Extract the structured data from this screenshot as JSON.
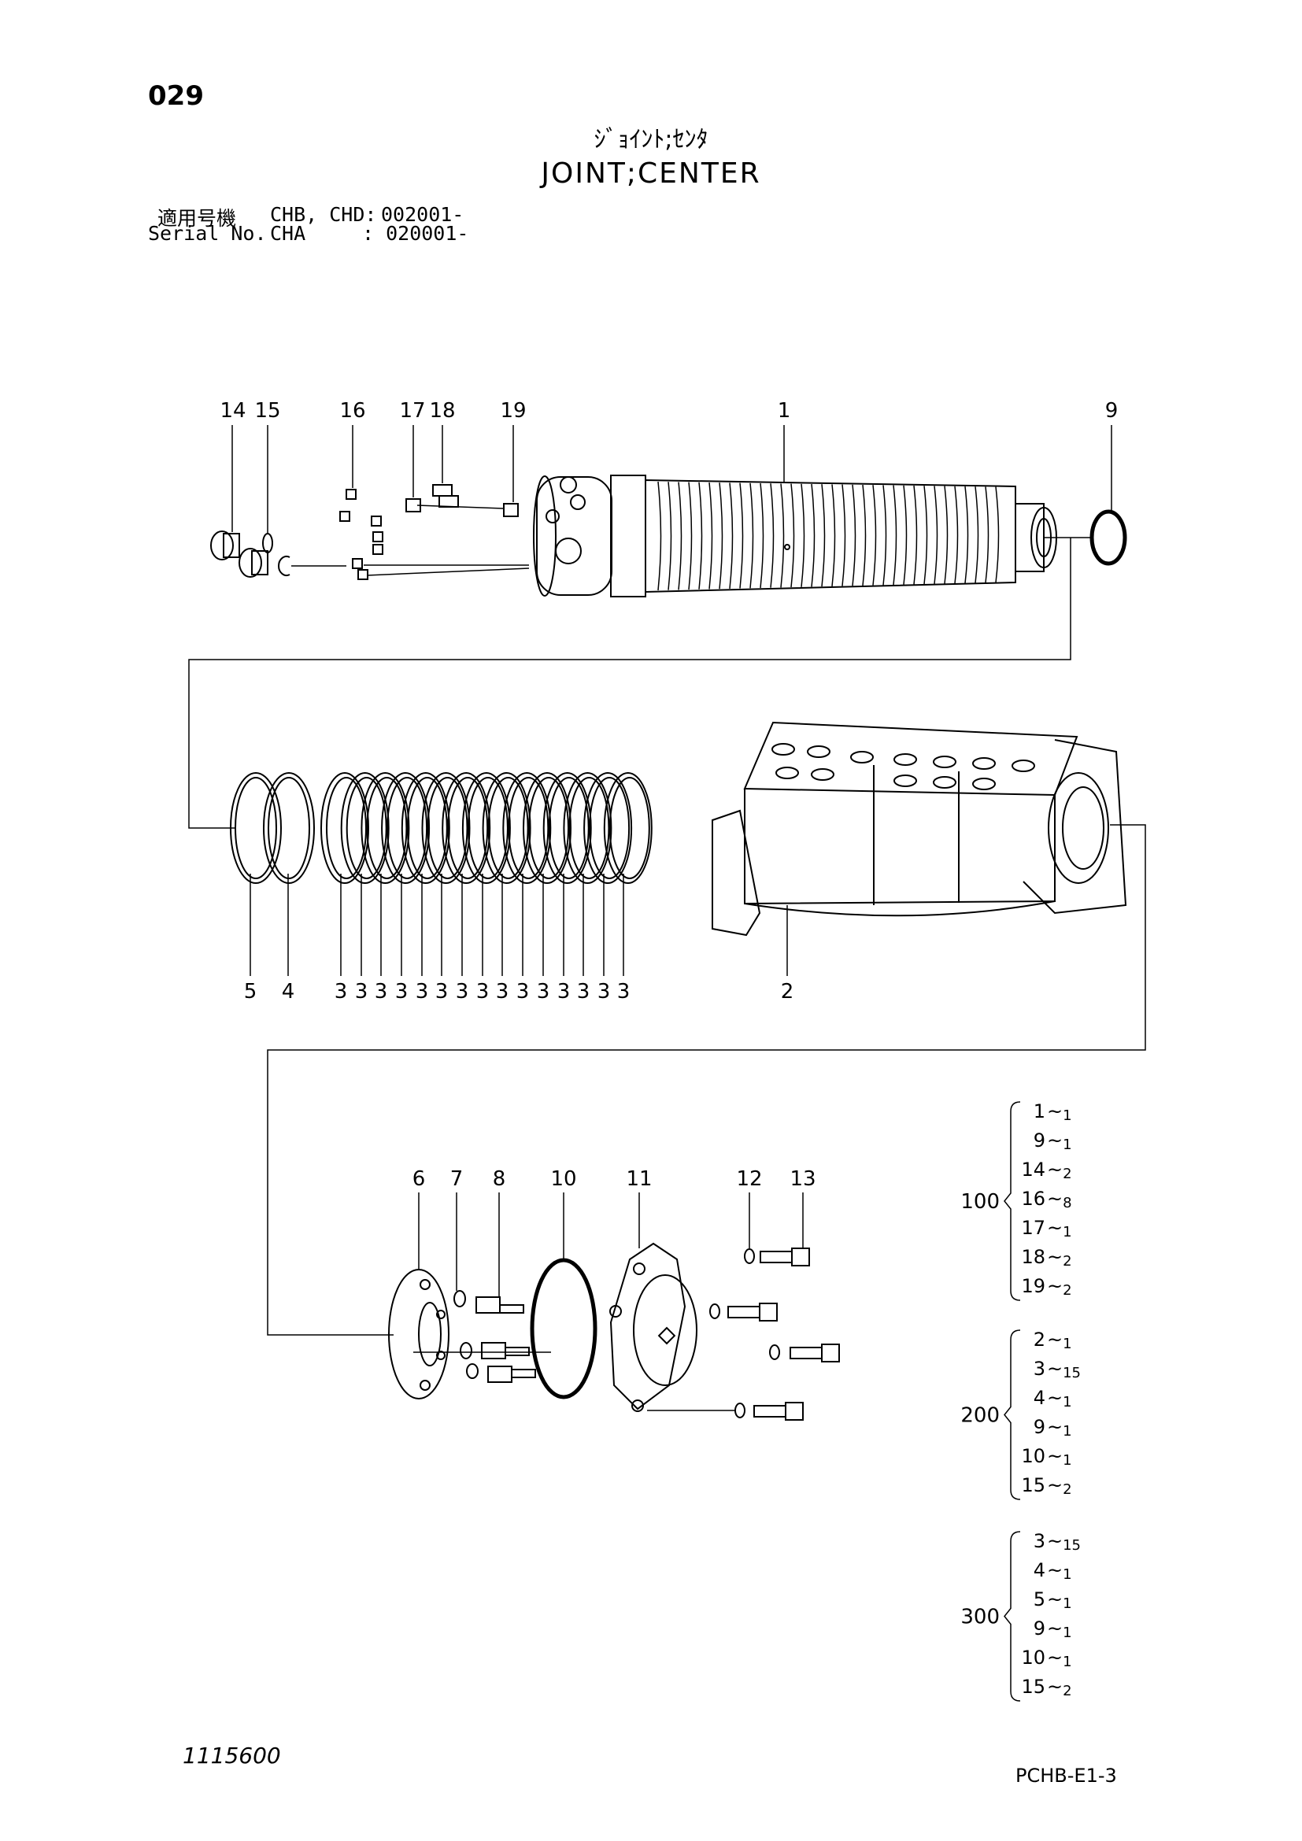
{
  "header": {
    "page_number": "029",
    "title_jp": "ｼﾞｮｲﾝﾄ;ｾﾝﾀ",
    "title_en": "JOINT;CENTER",
    "serial_label_jp": "適用号機",
    "serial_label_en": "Serial No.",
    "serial_model_1": "CHB, CHD:",
    "serial_value_1": "002001-",
    "serial_model_2": "CHA",
    "serial_value_2": ": 020001-"
  },
  "callouts": {
    "top": [
      "14",
      "15",
      "16",
      "17",
      "18",
      "19",
      "1",
      "9"
    ],
    "middle": [
      "5",
      "4",
      "3",
      "3",
      "3",
      "3",
      "3",
      "3",
      "3",
      "3",
      "3",
      "3",
      "3",
      "3",
      "3",
      "3",
      "3",
      "2"
    ],
    "bottom": [
      "6",
      "7",
      "8",
      "10",
      "11",
      "12",
      "13"
    ]
  },
  "kit_groups": [
    {
      "code": "100",
      "items": [
        {
          "part": "1",
          "qty": "1"
        },
        {
          "part": "9",
          "qty": "1"
        },
        {
          "part": "14",
          "qty": "2"
        },
        {
          "part": "16",
          "qty": "8"
        },
        {
          "part": "17",
          "qty": "1"
        },
        {
          "part": "18",
          "qty": "2"
        },
        {
          "part": "19",
          "qty": "2"
        }
      ]
    },
    {
      "code": "200",
      "items": [
        {
          "part": "2",
          "qty": "1"
        },
        {
          "part": "3",
          "qty": "15"
        },
        {
          "part": "4",
          "qty": "1"
        },
        {
          "part": "9",
          "qty": "1"
        },
        {
          "part": "10",
          "qty": "1"
        },
        {
          "part": "15",
          "qty": "2"
        }
      ]
    },
    {
      "code": "300",
      "items": [
        {
          "part": "3",
          "qty": "15"
        },
        {
          "part": "4",
          "qty": "1"
        },
        {
          "part": "5",
          "qty": "1"
        },
        {
          "part": "9",
          "qty": "1"
        },
        {
          "part": "10",
          "qty": "1"
        },
        {
          "part": "15",
          "qty": "2"
        }
      ]
    }
  ],
  "qty_separator": "~",
  "footer": {
    "doc_number": "1115600",
    "page_code": "PCHB-E1-3"
  }
}
